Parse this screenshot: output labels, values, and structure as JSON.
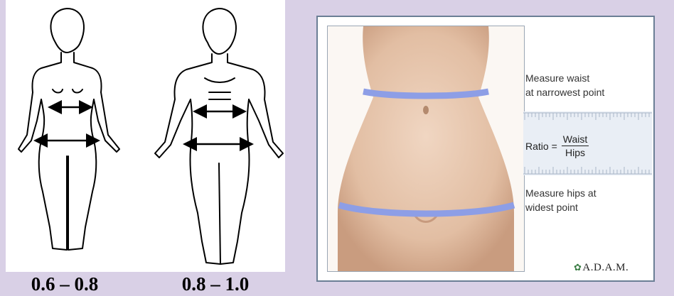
{
  "left": {
    "woman_range": "0.6 – 0.8",
    "man_range": "0.8 – 1.0"
  },
  "right": {
    "waist_caption_line1": "Measure waist",
    "waist_caption_line2": "at narrowest point",
    "ratio_prefix": "Ratio =",
    "ratio_numerator": "Waist",
    "ratio_denominator": "Hips",
    "hips_caption_line1": "Measure hips at",
    "hips_caption_line2": "widest point",
    "logo_text": "A.D.A.M."
  },
  "colors": {
    "background": "#d9d0e6",
    "tape": "#8d9ee6",
    "ruler": "#e9eef5",
    "skin": "#e8c9b0"
  }
}
